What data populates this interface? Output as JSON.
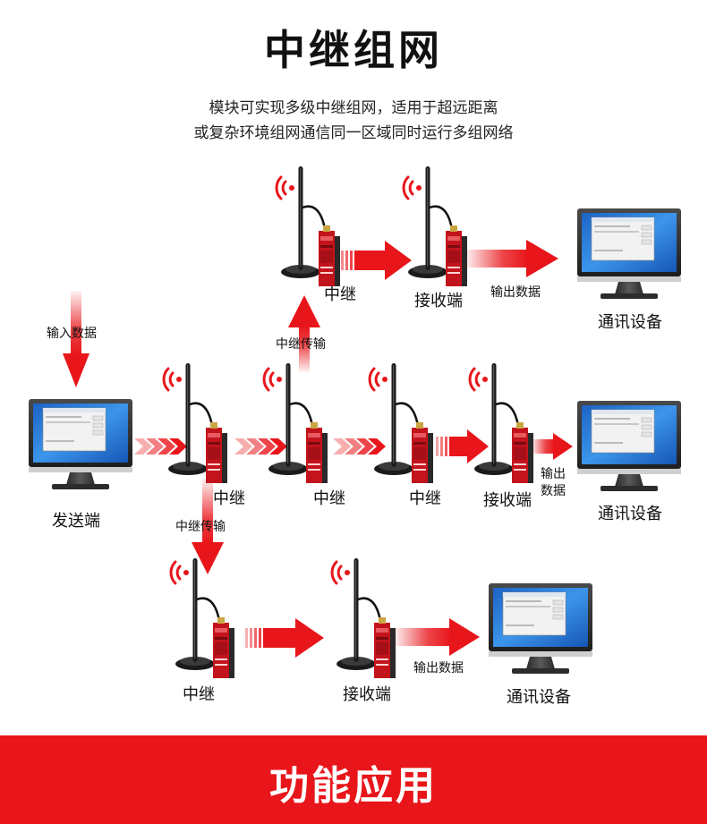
{
  "title": "中继组网",
  "subtitle_line1": "模块可实现多级中继组网，适用于超远距离",
  "subtitle_line2": "或复杂环境组网通信同一区域同时运行多组网络",
  "labels": {
    "input_data": "输入数据",
    "sender": "发送端",
    "relay": "中继",
    "receiver": "接收端",
    "relay_transfer": "中继传输",
    "output_data": "输出数据",
    "output_data_top": "输出",
    "output_data_bottom": "数据",
    "comm_device": "通讯设备"
  },
  "footer": {
    "text": "功能应用",
    "color": "#e8161b"
  },
  "colors": {
    "arrow_red": "#e8161b",
    "device_red": "#c3131c",
    "monitor_dark": "#2f2f2f",
    "screen_blue": "#2a7bd8"
  },
  "icons": [
    "wireless-signal-icon",
    "antenna-icon",
    "monitor-icon",
    "arrow-icon"
  ]
}
